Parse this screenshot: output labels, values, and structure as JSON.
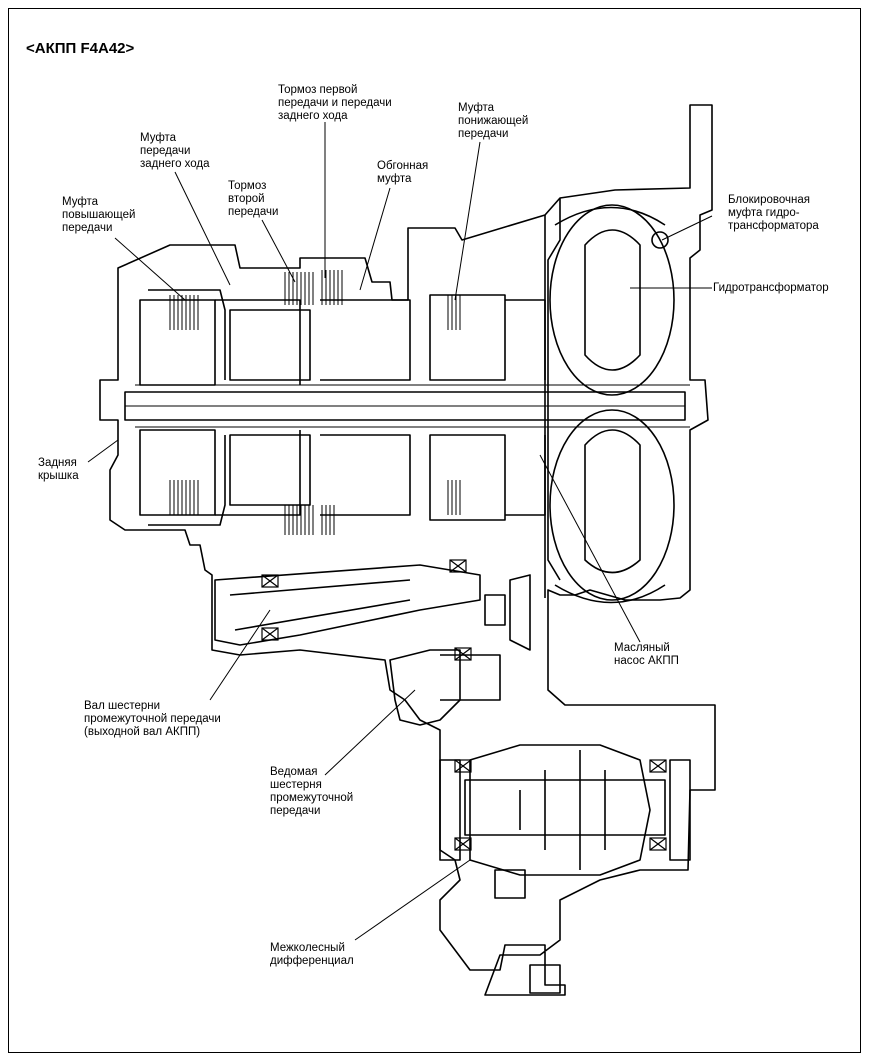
{
  "title": "<АКПП F4A42>",
  "labels": {
    "first_reverse_brake": "Тормоз первой\nпередачи и передачи\nзаднего хода",
    "reverse_clutch": "Муфта\nпередачи\nзаднего хода",
    "underdrive_clutch": "Муфта\nпонижающей\nпередачи",
    "overrunning_clutch": "Обгонная\nмуфта",
    "second_brake": "Тормоз\nвторой\nпередачи",
    "overdrive_clutch": "Муфта\nповышающей\nпередачи",
    "lockup_clutch": "Блокировочная\nмуфта гидро-\nтрансформатора",
    "torque_converter": "Гидротрансформатор",
    "rear_cover": "Задняя\nкрышка",
    "oil_pump": "Масляный\nнасос АКПП",
    "transfer_drive_shaft": "Вал шестерни\nпромежуточной передачи\n(выходной вал АКПП)",
    "transfer_driven_gear": "Ведомая\nшестерня\nпромежуточной\nпередачи",
    "differential": "Межколесный\nдифференциал"
  },
  "colors": {
    "ink": "#000000",
    "paper": "#ffffff"
  }
}
